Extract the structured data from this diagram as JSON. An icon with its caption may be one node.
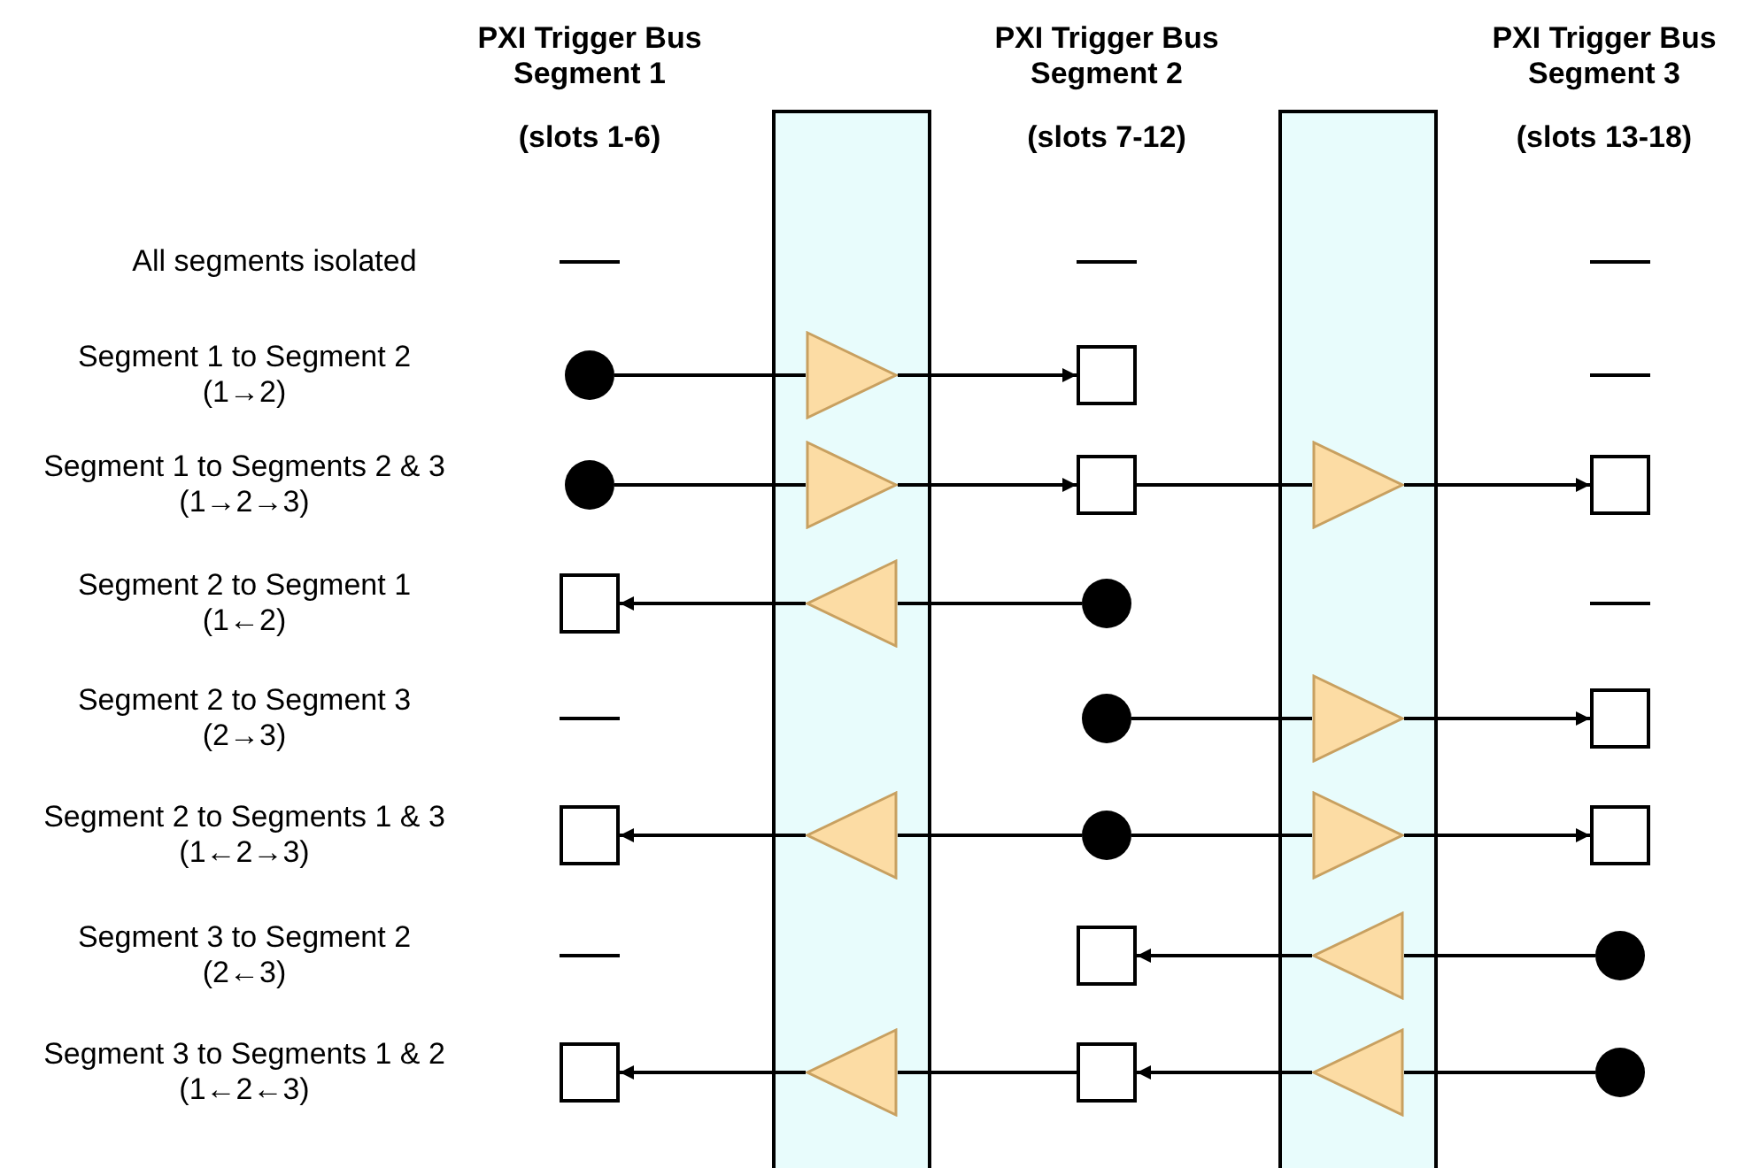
{
  "diagram": {
    "nodes": [
      {
        "text": [],
        "shape": "circle"
      },
      {
        "text": [],
        "shape": "triangle"
      },
      {
        "text": [],
        "shape": "box"
      },
      {
        "text": [],
        "shape": "circle"
      },
      {
        "text": [],
        "shape": "triangle"
      },
      {
        "text": [],
        "shape": "box"
      },
      {
        "text": [],
        "shape": "triangle"
      },
      {
        "text": [],
        "shape": "box"
      },
      {
        "text": [],
        "shape": "box"
      },
      {
        "text": [],
        "shape": "triangle"
      },
      {
        "text": [],
        "shape": "circle"
      },
      {
        "text": [],
        "shape": "circle"
      },
      {
        "text": [],
        "shape": "triangle"
      },
      {
        "text": [],
        "shape": "box"
      },
      {
        "text": [],
        "shape": "box"
      },
      {
        "text": [],
        "shape": "triangle"
      },
      {
        "text": [],
        "shape": "circle"
      },
      {
        "text": [],
        "shape": "triangle"
      },
      {
        "text": [],
        "shape": "box"
      },
      {
        "text": [],
        "shape": "box"
      },
      {
        "text": [],
        "shape": "triangle"
      },
      {
        "text": [],
        "shape": "circle"
      },
      {
        "text": [],
        "shape": "box"
      },
      {
        "text": [],
        "shape": "triangle"
      },
      {
        "text": [],
        "shape": "box"
      },
      {
        "text": [],
        "shape": "triangle"
      },
      {
        "text": [],
        "shape": "circle"
      }
    ],
    "edges": [
      {
        "from": 0,
        "to": 1,
        "arrow": "none"
      },
      {
        "from": 1,
        "to": 2,
        "arrow": "to"
      },
      {
        "from": 3,
        "to": 4,
        "arrow": "none"
      },
      {
        "from": 4,
        "to": 5,
        "arrow": "to"
      },
      {
        "from": 5,
        "to": 6,
        "arrow": "none"
      },
      {
        "from": 6,
        "to": 7,
        "arrow": "to"
      },
      {
        "from": 10,
        "to": 9,
        "arrow": "none"
      },
      {
        "from": 9,
        "to": 8,
        "arrow": "to"
      },
      {
        "from": 11,
        "to": 12,
        "arrow": "none"
      },
      {
        "from": 12,
        "to": 13,
        "arrow": "to"
      },
      {
        "from": 16,
        "to": 15,
        "arrow": "none"
      },
      {
        "from": 15,
        "to": 14,
        "arrow": "to"
      },
      {
        "from": 16,
        "to": 17,
        "arrow": "none"
      },
      {
        "from": 17,
        "to": 18,
        "arrow": "to"
      },
      {
        "from": 21,
        "to": 20,
        "arrow": "none"
      },
      {
        "from": 20,
        "to": 19,
        "arrow": "to"
      },
      {
        "from": 26,
        "to": 25,
        "arrow": "none"
      },
      {
        "from": 25,
        "to": 24,
        "arrow": "to"
      },
      {
        "from": 24,
        "to": 23,
        "arrow": "none"
      },
      {
        "from": 23,
        "to": 22,
        "arrow": "to"
      }
    ],
    "labels": [
      "PXI Trigger Bus Segment 1",
      "PXI Trigger Bus Segment 2",
      "PXI Trigger Bus Segment 3",
      "(slots 1-6)",
      "(slots 7-12)",
      "(slots 13-18)",
      "All segments isolated",
      "Segment 1 to Segment 2",
      "(1→2)",
      "Segment 1 to Segments 2 & 3",
      "(1→2→3)",
      "Segment 2 to Segment 1",
      "(1←2)",
      "Segment 2 to Segment 3",
      "(2→3)",
      "Segment 2 to Segments 1 & 3",
      "(1←2→3)",
      "Segment 3 to Segment 2",
      "(2←3)",
      "Segment 3 to Segments 1 & 2",
      "(1←2←3)"
    ]
  }
}
